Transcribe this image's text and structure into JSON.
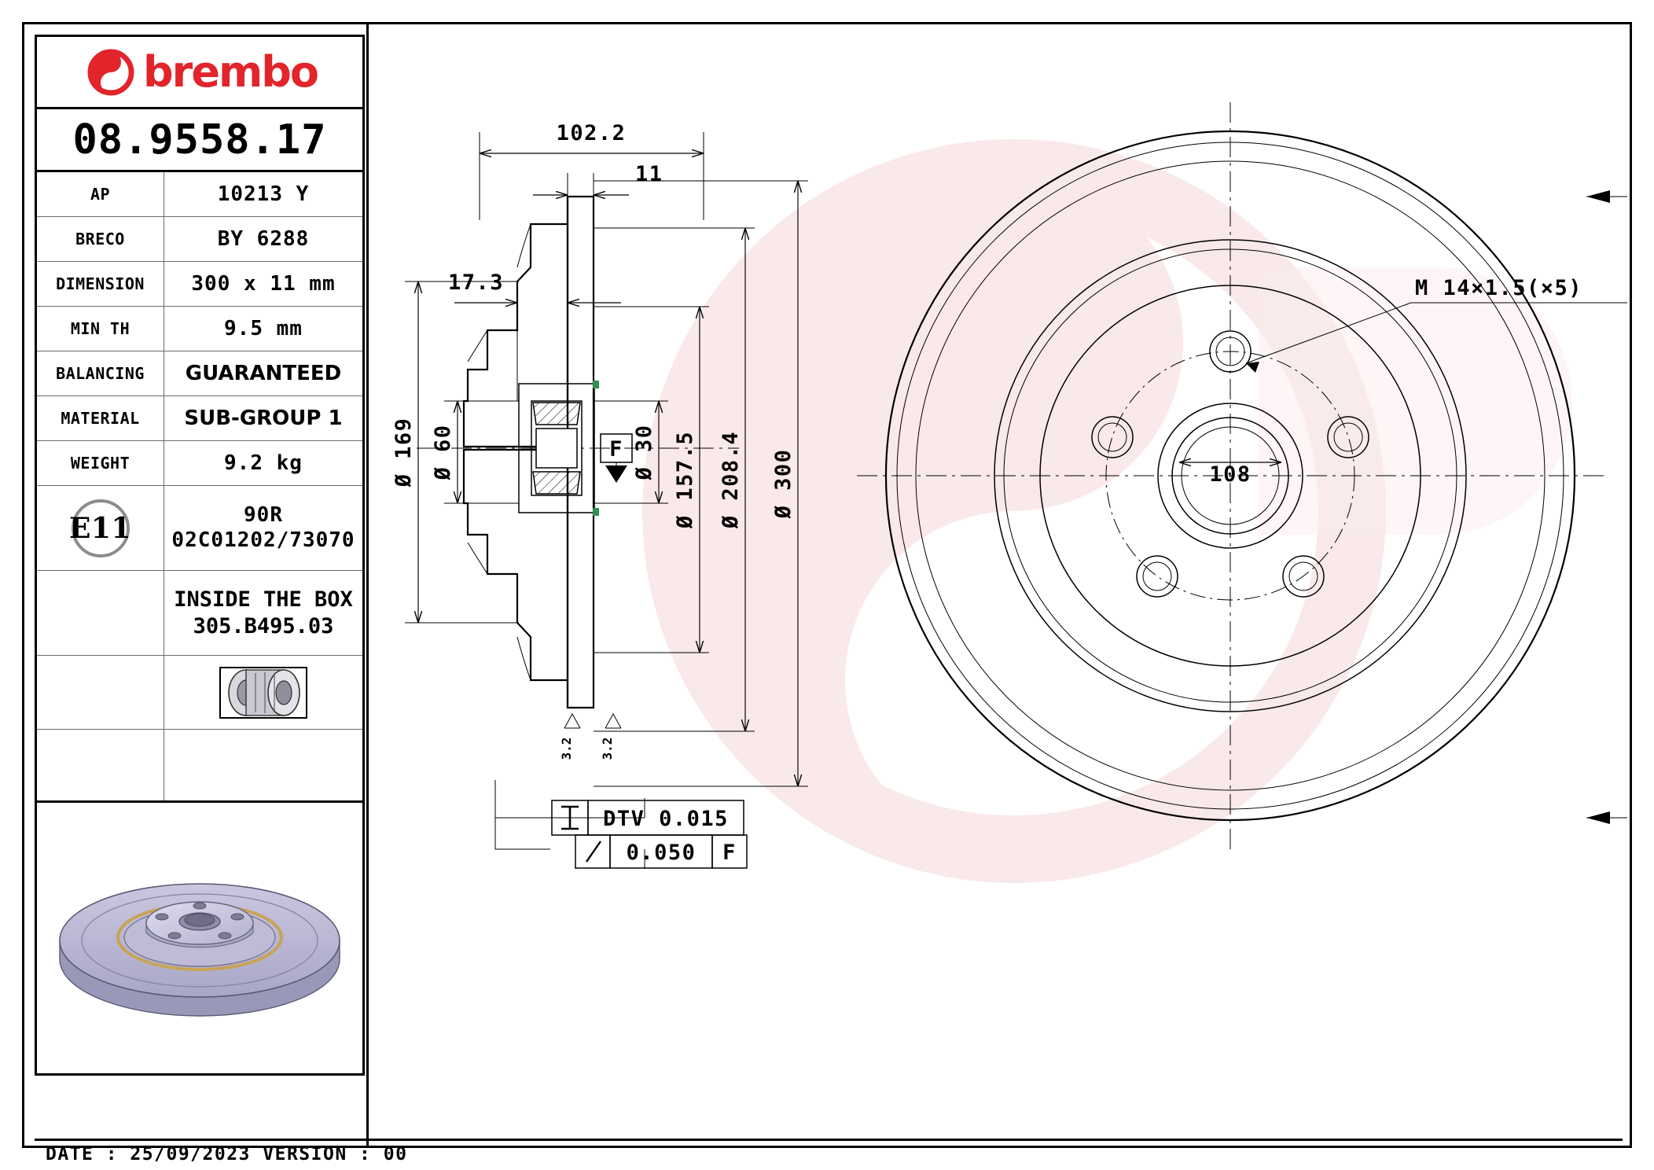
{
  "brand": {
    "name": "brembo",
    "logo_color": "#e2242b",
    "logo_icon": "brembo-b-circle-icon"
  },
  "part_number": "08.9558.17",
  "info_table": {
    "rows": [
      {
        "label": "AP",
        "value": "10213 Y"
      },
      {
        "label": "BRECO",
        "value": "BY 6288"
      },
      {
        "label": "DIMENSION",
        "value": "300 x 11 mm"
      },
      {
        "label": "MIN TH",
        "value": "9.5 mm"
      },
      {
        "label": "BALANCING",
        "value": "GUARANTEED"
      },
      {
        "label": "MATERIAL",
        "value": "SUB-GROUP 1"
      },
      {
        "label": "WEIGHT",
        "value": "9.2 kg"
      }
    ],
    "certification": {
      "badge": "E11",
      "line1": "90R",
      "line2": "02C01202/73070"
    },
    "inside_the_box": {
      "line1": "INSIDE THE BOX",
      "line2": "305.B495.03"
    },
    "bearing_icon": "wheel-bearing-icon"
  },
  "drawing": {
    "dimensions": {
      "overall_width": "102.2",
      "disc_thickness": "11",
      "hub_offset": "17.3",
      "hub_outer_dia": "169",
      "hub_bore_dia": "60",
      "bearing_dia": "30",
      "bolt_circle_pcd": "157.5",
      "inner_disc_dia": "208.4",
      "disc_dia": "300",
      "centre_bore": "108",
      "stud_thread": "M14×1.5(×5)"
    },
    "symbols": {
      "diameter": "Ø",
      "datum_f": "F",
      "surface_finish_1": "3.2",
      "surface_finish_2": "3.2"
    },
    "tolerance_frame": {
      "row1_symbol": "parallelism-icon",
      "row1_label": "DTV 0.015",
      "row2_symbol": "runout-icon",
      "row2_value": "0.050",
      "row2_datum": "F"
    }
  },
  "footer": {
    "text": "DATE : 25/09/2023 VERSION : 00"
  }
}
